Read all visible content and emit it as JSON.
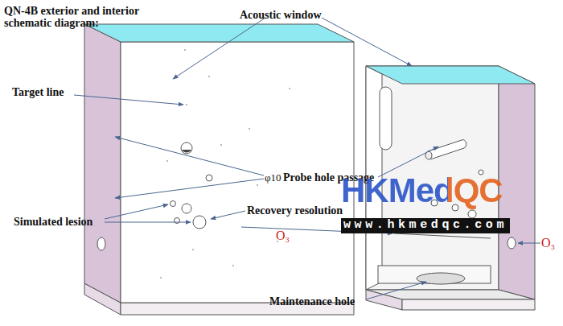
{
  "diagram": {
    "title": "QN-4B exterior and interior schematic diagram:",
    "labels": [
      "Acoustic window",
      "Target line",
      "φ10",
      "Probe hole passage",
      "Simulated lesion",
      "Recovery resolution",
      "O₃",
      "O₃",
      "Maintenance hole",
      "HKMedQC",
      "www.hkmedqc.com"
    ]
  }
}
